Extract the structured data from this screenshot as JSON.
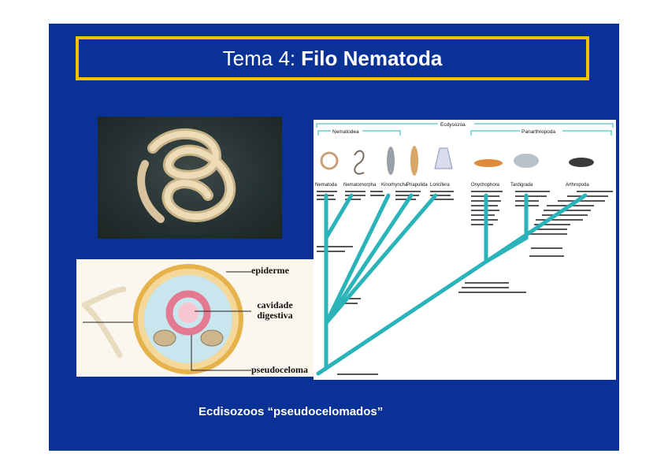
{
  "title": {
    "prefix": "Tema 4:",
    "bold": "Filo Nematoda"
  },
  "caption": "Ecdisozoos “pseudocelomados”",
  "diagram_labels": {
    "epidermis": "epiderme",
    "gut_line1": "cavidade",
    "gut_line2": "digestiva",
    "body_cavity": "pseudoceloma"
  },
  "tree": {
    "root": "Ecdysozoa",
    "group_left": "Nematodea",
    "group_right": "Panarthropoda",
    "taxa": [
      "Nematoda",
      "Nematomorpha",
      "Kinorhyncha",
      "Priapulida",
      "Loricifera",
      "Onychophora",
      "Tardigrada",
      "Arthropoda"
    ]
  },
  "colors": {
    "slide": "#0a3296",
    "frame": "#f2c200",
    "branch": "#2ab3b8"
  }
}
